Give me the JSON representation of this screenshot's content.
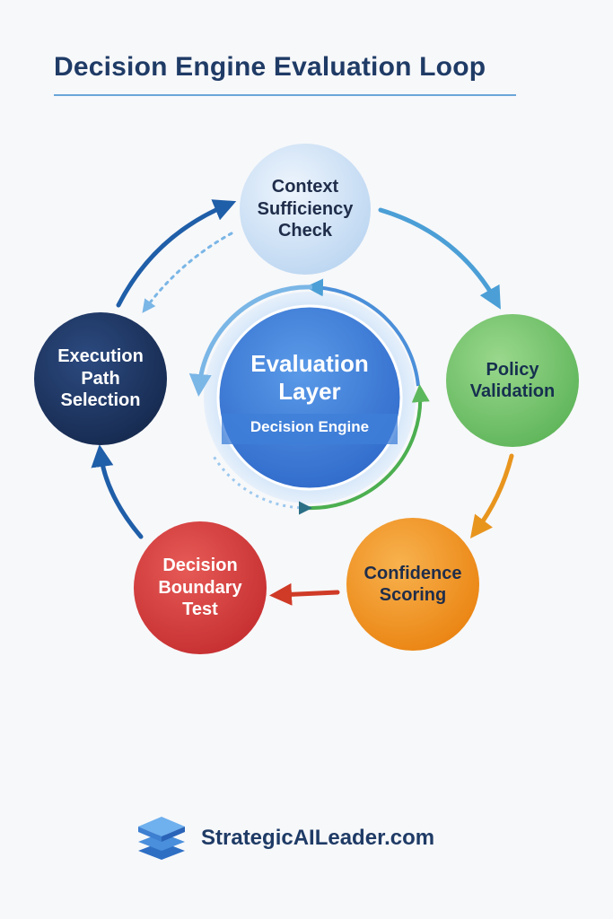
{
  "title": "Decision Engine Evaluation Loop",
  "center": {
    "title": "Evaluation Layer",
    "subtitle": "Decision Engine"
  },
  "nodes": [
    {
      "id": "context",
      "label": "Context Sufficiency Check",
      "color": "#cfe2f6",
      "text_color": "#1f2d4a"
    },
    {
      "id": "policy",
      "label": "Policy Validation",
      "color": "#7cc86f",
      "text_color": "#16304f"
    },
    {
      "id": "confidence",
      "label": "Confidence Scoring",
      "color": "#f39a2a",
      "text_color": "#1f2d4a"
    },
    {
      "id": "boundary",
      "label": "Decision Boundary Test",
      "color": "#d9403d",
      "text_color": "#ffffff"
    },
    {
      "id": "execution",
      "label": "Execution Path Selection",
      "color": "#1f3763",
      "text_color": "#ffffff"
    }
  ],
  "arrow_colors": {
    "context_to_policy": "#4b9fd6",
    "policy_to_confidence": "#e8951e",
    "confidence_to_boundary": "#cf3b27",
    "boundary_to_execution": "#1f5ea8",
    "execution_to_context": "#1f5ea8"
  },
  "footer": {
    "brand": "StrategicAILeader.com",
    "logo_icon": "stacked-layers-icon"
  }
}
